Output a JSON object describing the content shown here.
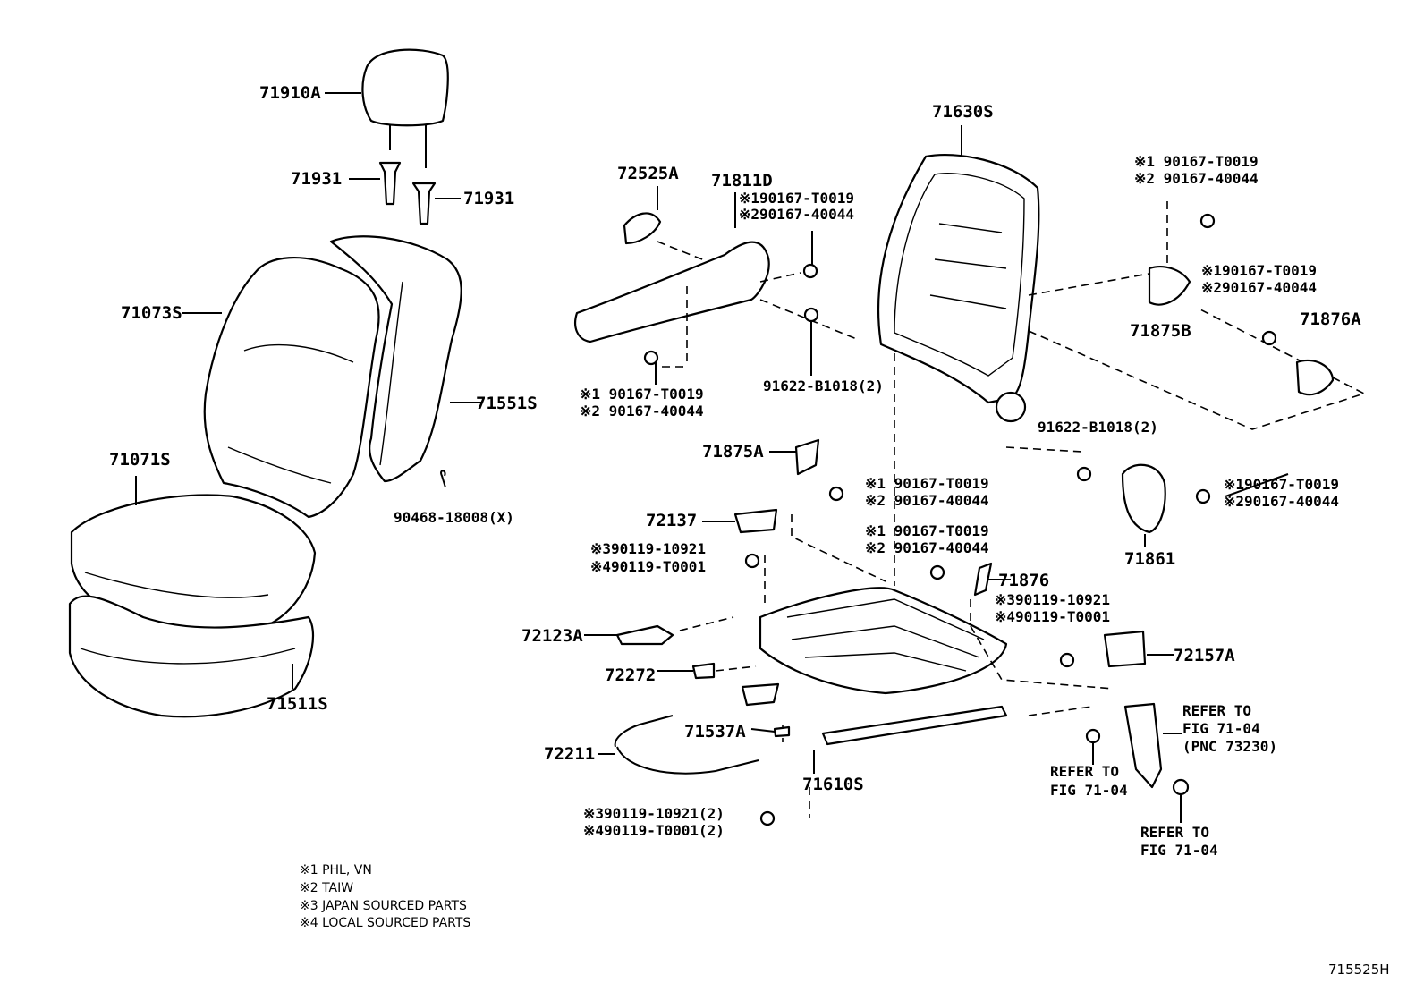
{
  "labels": [
    "71910A",
    "71931",
    "71931",
    "71073S",
    "71551S",
    "71071S",
    "90468-18008(X)",
    "71511S",
    "72525A",
    "71811D",
    "91622-B1018(2)",
    "71630S",
    "71875B",
    "71876A",
    "91622-B1018(2)",
    "71875A",
    "71861",
    "72137",
    "71876",
    "72123A",
    "72157A",
    "72272",
    "71537A",
    "72211",
    "71610S"
  ],
  "notes_a": [
    "※190167-T0019",
    "※290167-40044"
  ],
  "notes_b": [
    "※1 90167-T0019",
    "※2 90167-40044"
  ],
  "notes_c": [
    "※1 90167-T0019",
    "※2 90167-40044"
  ],
  "notes_d": [
    "※190167-T0019",
    "※290167-40044"
  ],
  "notes_e": [
    "※1 90167-T0019",
    "※2 90167-40044"
  ],
  "notes_f": [
    "※190167-T0019",
    "※290167-40044"
  ],
  "notes_g": [
    "※390119-10921",
    "※490119-T0001"
  ],
  "notes_h": [
    "※1 90167-T0019",
    "※2 90167-40044"
  ],
  "notes_i": [
    "※390119-10921",
    "※490119-T0001"
  ],
  "notes_j": [
    "※390119-10921(2)",
    "※490119-T0001(2)"
  ],
  "refers": [
    {
      "line1": "REFER TO",
      "line2": "FIG 71-04",
      "line3": "(PNC 73230)"
    },
    {
      "line1": "REFER TO",
      "line2": "FIG 71-04"
    },
    {
      "line1": "REFER TO",
      "line2": "FIG 71-04"
    }
  ],
  "legend": [
    "※1 PHL, VN",
    "※2 TAIW",
    "※3 JAPAN SOURCED PARTS",
    "※4 LOCAL SOURCED PARTS"
  ],
  "figure_id": "715525H"
}
